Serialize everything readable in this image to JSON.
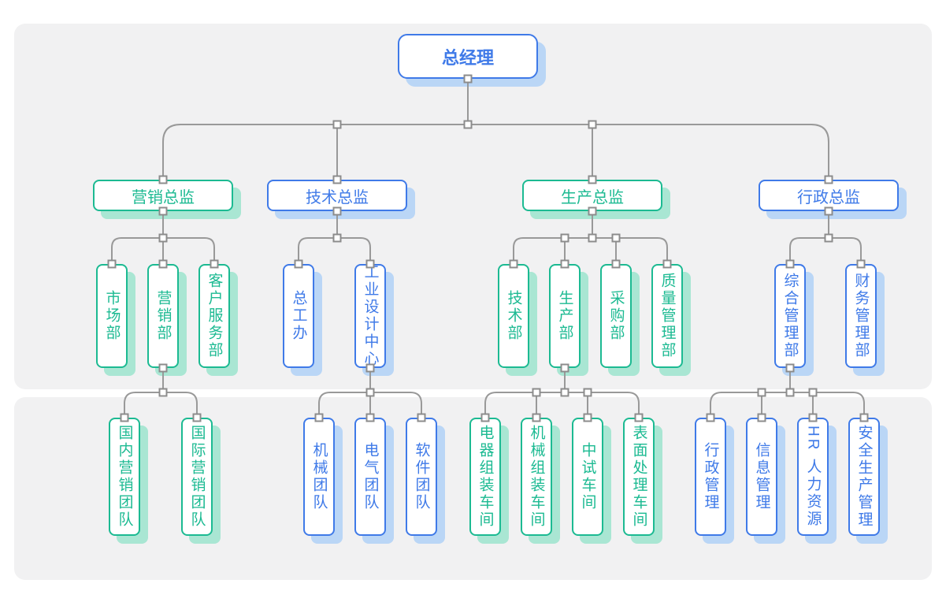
{
  "canvas": {
    "background": "#ffffff",
    "panel_color": "#f1f1f2"
  },
  "colors": {
    "blue_accent": "#3F7AE8",
    "blue_shadow": "#BAD6F6",
    "green_accent": "#1CBA92",
    "green_shadow": "#A9E6D3",
    "line": "#999999",
    "node_fill": "#FFFFFF",
    "handle_fill": "#FFFFFF",
    "handle_border": "#8C8C8C"
  },
  "org_chart": {
    "root": {
      "id": "zjl",
      "label": "总经理",
      "theme": "blue",
      "children": [
        {
          "id": "yxzj",
          "label": "营销总监",
          "theme": "green",
          "children": [
            {
              "id": "schb",
              "label": "市场部",
              "theme": "green"
            },
            {
              "id": "yxb",
              "label": "营销部",
              "theme": "green",
              "children": [
                {
                  "id": "gnyxtd",
                  "label": "国内营销团队",
                  "theme": "green"
                },
                {
                  "id": "gjyxtd",
                  "label": "国际营销团队",
                  "theme": "green"
                }
              ]
            },
            {
              "id": "khfwb",
              "label": "客户服务部",
              "theme": "green"
            }
          ]
        },
        {
          "id": "jszj",
          "label": "技术总监",
          "theme": "blue",
          "children": [
            {
              "id": "zgb",
              "label": "总工办",
              "theme": "blue"
            },
            {
              "id": "gysjzx",
              "label": "工业设计中心",
              "theme": "blue",
              "children": [
                {
                  "id": "jxtd",
                  "label": "机械团队",
                  "theme": "blue"
                },
                {
                  "id": "dqtd",
                  "label": "电气团队",
                  "theme": "blue"
                },
                {
                  "id": "rjtd",
                  "label": "软件团队",
                  "theme": "blue"
                }
              ]
            }
          ]
        },
        {
          "id": "sczj",
          "label": "生产总监",
          "theme": "green",
          "children": [
            {
              "id": "jsb",
              "label": "技术部",
              "theme": "green"
            },
            {
              "id": "scb",
              "label": "生产部",
              "theme": "green",
              "children": [
                {
                  "id": "dqzzcj",
                  "label": "电器组装车间",
                  "theme": "green"
                },
                {
                  "id": "jxzzcj",
                  "label": "机械组装车间",
                  "theme": "green"
                },
                {
                  "id": "zscj",
                  "label": "中试车间",
                  "theme": "green"
                },
                {
                  "id": "bmclcj",
                  "label": "表面处理车间",
                  "theme": "green"
                }
              ]
            },
            {
              "id": "cgb",
              "label": "采购部",
              "theme": "green"
            },
            {
              "id": "zlglb",
              "label": "质量管理部",
              "theme": "green"
            }
          ]
        },
        {
          "id": "xzzj",
          "label": "行政总监",
          "theme": "blue",
          "children": [
            {
              "id": "zhglb",
              "label": "综合管理部",
              "theme": "blue",
              "children": [
                {
                  "id": "xzgl",
                  "label": "行政管理",
                  "theme": "blue"
                },
                {
                  "id": "xxgl",
                  "label": "信息管理",
                  "theme": "blue"
                },
                {
                  "id": "hrrlzy",
                  "label": "HR 人力资源",
                  "theme": "blue"
                },
                {
                  "id": "aqscgl",
                  "label": "安全生产管理",
                  "theme": "blue"
                }
              ]
            },
            {
              "id": "cwglb",
              "label": "财务管理部",
              "theme": "blue"
            }
          ]
        }
      ]
    }
  }
}
